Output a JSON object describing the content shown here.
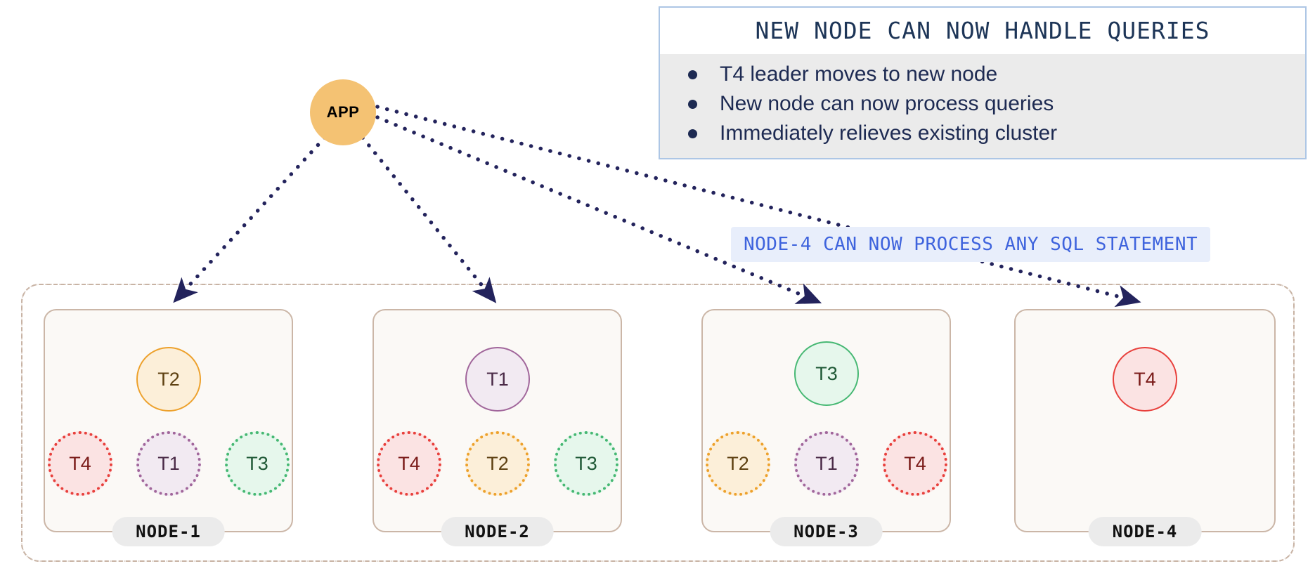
{
  "app": {
    "label": "APP",
    "color": "#f4c273"
  },
  "info_box": {
    "title": "NEW NODE CAN NOW HANDLE QUERIES",
    "border_color": "#adc6e5",
    "header_bg": "#ffffff",
    "body_bg": "#ebebeb",
    "text_color": "#1d3557",
    "items": [
      {
        "text": "T4 leader moves to new node"
      },
      {
        "text": "New node can now process queries"
      },
      {
        "text": "Immediately relieves existing cluster"
      }
    ]
  },
  "sql_banner": {
    "text": "NODE-4 CAN NOW PROCESS ANY SQL STATEMENT",
    "bg": "#e8eefb",
    "color": "#3e63dd"
  },
  "cluster": {
    "border_color": "#c8b3a4",
    "nodes": [
      {
        "label": "NODE-1",
        "leader": {
          "label": "T2",
          "role": "leader",
          "color": "#eda12c"
        },
        "followers": [
          {
            "label": "T4",
            "role": "follower",
            "color": "#e8403c"
          },
          {
            "label": "T1",
            "role": "follower",
            "color": "#a1669b"
          },
          {
            "label": "T3",
            "role": "follower",
            "color": "#46b873"
          }
        ]
      },
      {
        "label": "NODE-2",
        "leader": {
          "label": "T1",
          "role": "leader",
          "color": "#a1669b"
        },
        "followers": [
          {
            "label": "T4",
            "role": "follower",
            "color": "#e8403c"
          },
          {
            "label": "T2",
            "role": "follower",
            "color": "#eda12c"
          },
          {
            "label": "T3",
            "role": "follower",
            "color": "#46b873"
          }
        ]
      },
      {
        "label": "NODE-3",
        "leader": {
          "label": "T3",
          "role": "leader",
          "color": "#46b873"
        },
        "followers": [
          {
            "label": "T2",
            "role": "follower",
            "color": "#eda12c"
          },
          {
            "label": "T1",
            "role": "follower",
            "color": "#a1669b"
          },
          {
            "label": "T4",
            "role": "follower",
            "color": "#e8403c"
          }
        ]
      },
      {
        "label": "NODE-4",
        "leader": {
          "label": "T4",
          "role": "leader",
          "color": "#e8403c"
        },
        "followers": []
      }
    ]
  },
  "edges": {
    "color": "#23235c",
    "style": "dotted",
    "connections": [
      {
        "from": "APP",
        "to": "NODE-1"
      },
      {
        "from": "APP",
        "to": "NODE-2"
      },
      {
        "from": "APP",
        "to": "NODE-3"
      },
      {
        "from": "APP",
        "to": "NODE-4"
      }
    ]
  }
}
